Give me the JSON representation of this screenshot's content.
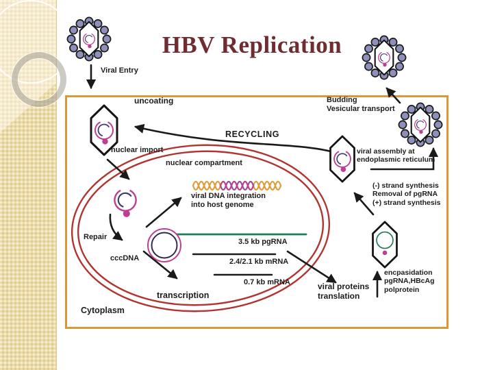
{
  "slide": {
    "title": "HBV Replication"
  },
  "diagram": {
    "labels": {
      "viral_entry": "Viral Entry",
      "uncoating": "uncoating",
      "nuclear_import": "nuclear import",
      "recycling": "RECYCLING",
      "budding_line1": "Budding",
      "budding_line2": "Vesicular transport",
      "viral_assembly_line1": "viral assembly at",
      "viral_assembly_line2": "endoplasmic reticulum",
      "nuclear_compartment": "nuclear compartment",
      "dna_integration_line1": "viral DNA integration",
      "dna_integration_line2": "into host genome",
      "repair": "Repair",
      "cccdna": "cccDNA",
      "pgrna_35": "3.5 kb pgRNA",
      "mrna_24_21": "2.4/2.1 kb mRNA",
      "mrna_07": "0.7 kb mRNA",
      "transcription": "transcription",
      "cytoplasm": "Cytoplasm",
      "strand_synthesis_line1": "(-) strand synthesis",
      "strand_synthesis_line2": "Removal of pgRNA",
      "strand_synthesis_line3": "(+) strand synthesis",
      "viral_proteins_line1": "viral proteins",
      "viral_proteins_line2": "translation",
      "encapsidation_line1": "encpasidation",
      "encapsidation_line2": "pgRNA,HBcAg",
      "encapsidation_line3": "polprotein"
    },
    "colors": {
      "title": "#6f2d31",
      "sidebar": "#ecdcaa",
      "box_border": "#de9737",
      "nucleus": "#b23430",
      "envelope": "#4ab9cd",
      "surface_protein": "#8f8fba",
      "capsid": "#141414",
      "dna_magenta": "#bf3d93",
      "pgrna_green": "#1f7d55",
      "dna_orange": "#dd9d3d",
      "dna_purple": "#8a56ac"
    },
    "icons": {
      "virion": "enveloped-virus-icon",
      "capsid": "nucleocapsid-icon",
      "rcdna": "relaxed-circular-dna-icon",
      "cccdna": "cccdna-icon",
      "dna_helix": "integrated-dna-helix-icon"
    }
  }
}
